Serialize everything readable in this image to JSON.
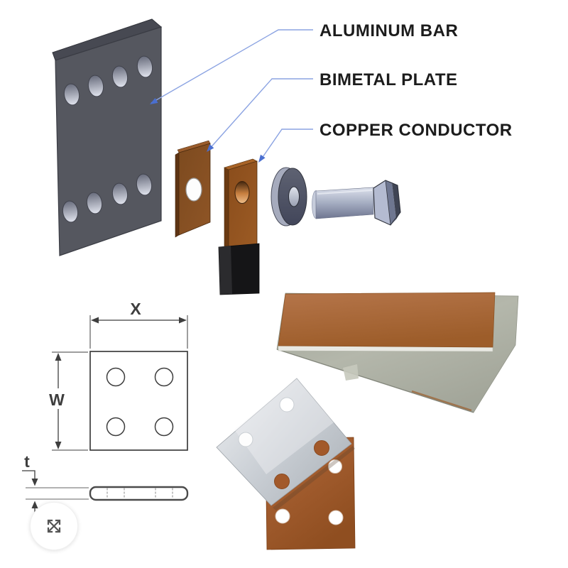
{
  "exploded_view": {
    "labels": {
      "aluminum_bar": "ALUMINUM BAR",
      "bimetal_plate": "BIMETAL PLATE",
      "copper_conductor": "COPPER CONDUCTOR"
    }
  },
  "dimension_drawing": {
    "width_label": "X",
    "height_label": "W",
    "thickness_label": "t",
    "hole_count": 4
  },
  "icons": {
    "expand_button": "expand-arrows-icon"
  },
  "colors": {
    "leader_line": "#8ba3e2",
    "leader_arrow": "#4a6fd0",
    "label_text": "#1c1c1c",
    "drawing_stroke": "#3e3e3e",
    "aluminum_bar_face": "#55575f",
    "bimetal_plate_face": "#7c4a1f",
    "copper_conductor_face": "#8a4d1c",
    "insulation_black": "#151517",
    "steel_fastener": "#aab2c6",
    "copper_photo": "#a96634",
    "aluminum_photo": "#aeb1a4"
  }
}
